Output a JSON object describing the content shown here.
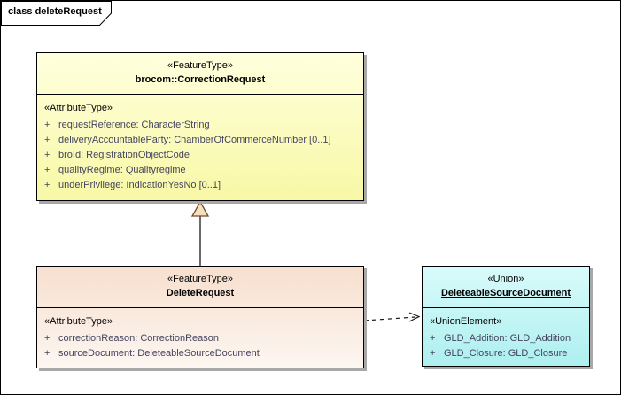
{
  "frame": {
    "label": "class deleteRequest"
  },
  "classes": {
    "correction_request": {
      "stereotype": "«FeatureType»",
      "name": "brocom::CorrectionRequest",
      "section_label": "«AttributeType»",
      "attributes": [
        {
          "vis": "+",
          "text": "requestReference: CharacterString"
        },
        {
          "vis": "+",
          "text": "deliveryAccountableParty: ChamberOfCommerceNumber [0..1]"
        },
        {
          "vis": "+",
          "text": "broId: RegistrationObjectCode"
        },
        {
          "vis": "+",
          "text": "qualityRegime: Qualityregime"
        },
        {
          "vis": "+",
          "text": "underPrivilege: IndicationYesNo [0..1]"
        }
      ]
    },
    "delete_request": {
      "stereotype": "«FeatureType»",
      "name": "DeleteRequest",
      "section_label": "«AttributeType»",
      "attributes": [
        {
          "vis": "+",
          "text": "correctionReason: CorrectionReason"
        },
        {
          "vis": "+",
          "text": "sourceDocument: DeleteableSourceDocument"
        }
      ]
    },
    "union_doc": {
      "stereotype": "«Union»",
      "name": "DeleteableSourceDocument",
      "section_label": "«UnionElement»",
      "attributes": [
        {
          "vis": "+",
          "text": "GLD_Addition: GLD_Addition"
        },
        {
          "vis": "+",
          "text": "GLD_Closure: GLD_Closure"
        }
      ]
    }
  },
  "colors": {
    "feature_top": "#FFFFDE",
    "feature_bottom": "#F8F8A6",
    "delete_top": "#F7DFCE",
    "delete_bottom": "#FCF6F1",
    "union_top": "#D9FBFB",
    "union_bottom": "#AEEFEF",
    "shadow": "#A8A8A8",
    "attr_text": "#44445E",
    "arrow_fill": "#F3E0BE",
    "arrow_stroke": "#7A4A28",
    "line_color": "#1A1A1A"
  }
}
